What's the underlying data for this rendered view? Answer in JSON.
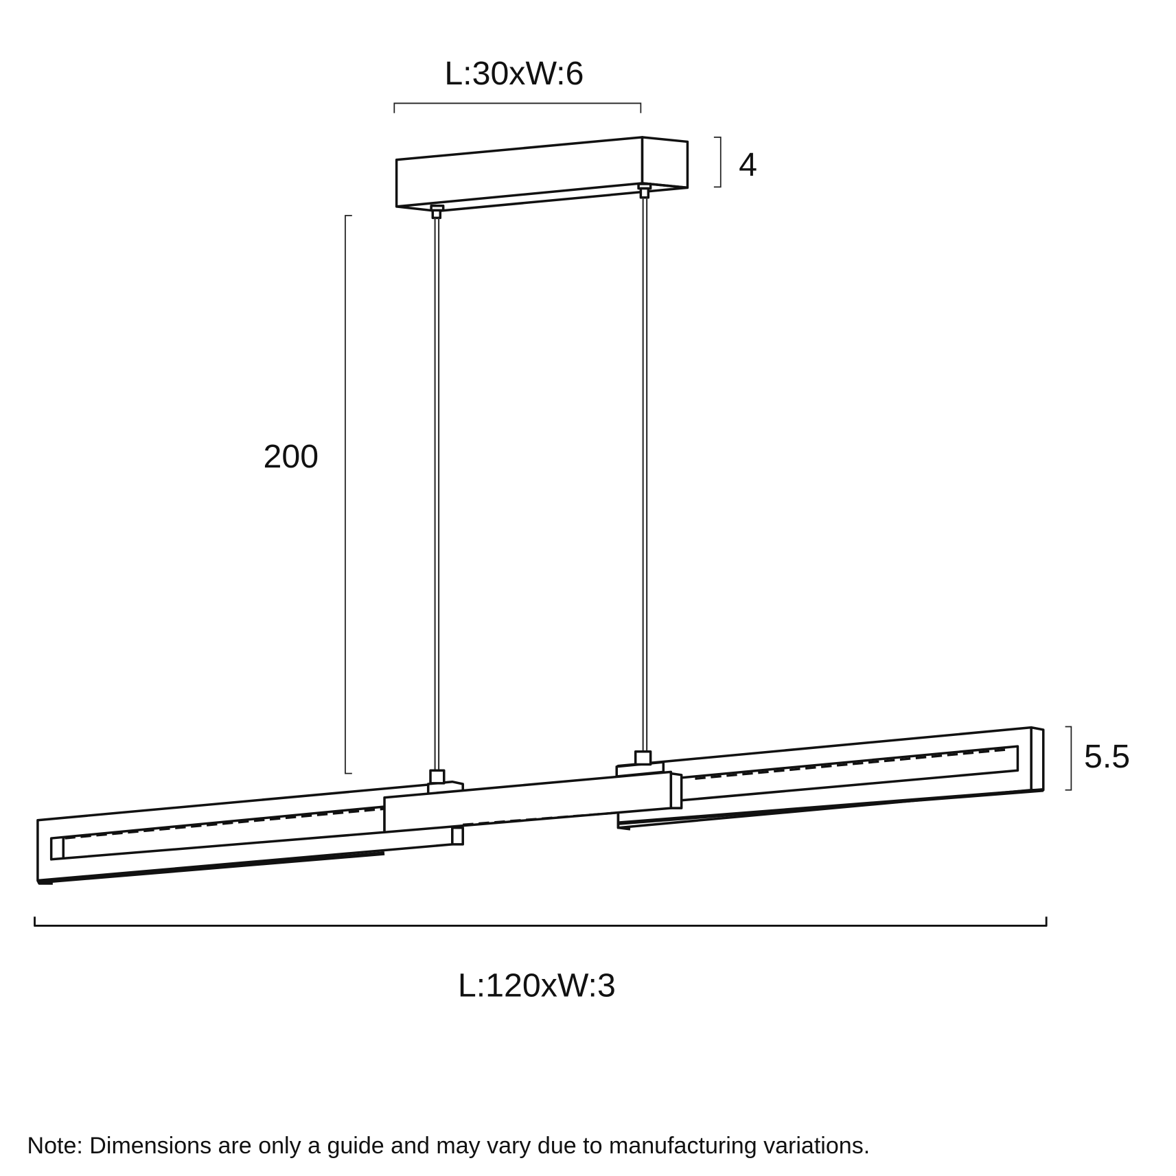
{
  "diagram": {
    "type": "product-dimension-drawing",
    "subject": "linear pendant light",
    "canopy": {
      "dimension_label": "L:30xW:6",
      "height_label": "4"
    },
    "drop": {
      "length_label": "200"
    },
    "fixture": {
      "dimension_label": "L:120xW:3",
      "height_label": "5.5"
    },
    "note": "Note: Dimensions are only a guide and may vary due to manufacturing variations.",
    "colors": {
      "line": "#111111",
      "background": "#ffffff"
    }
  }
}
